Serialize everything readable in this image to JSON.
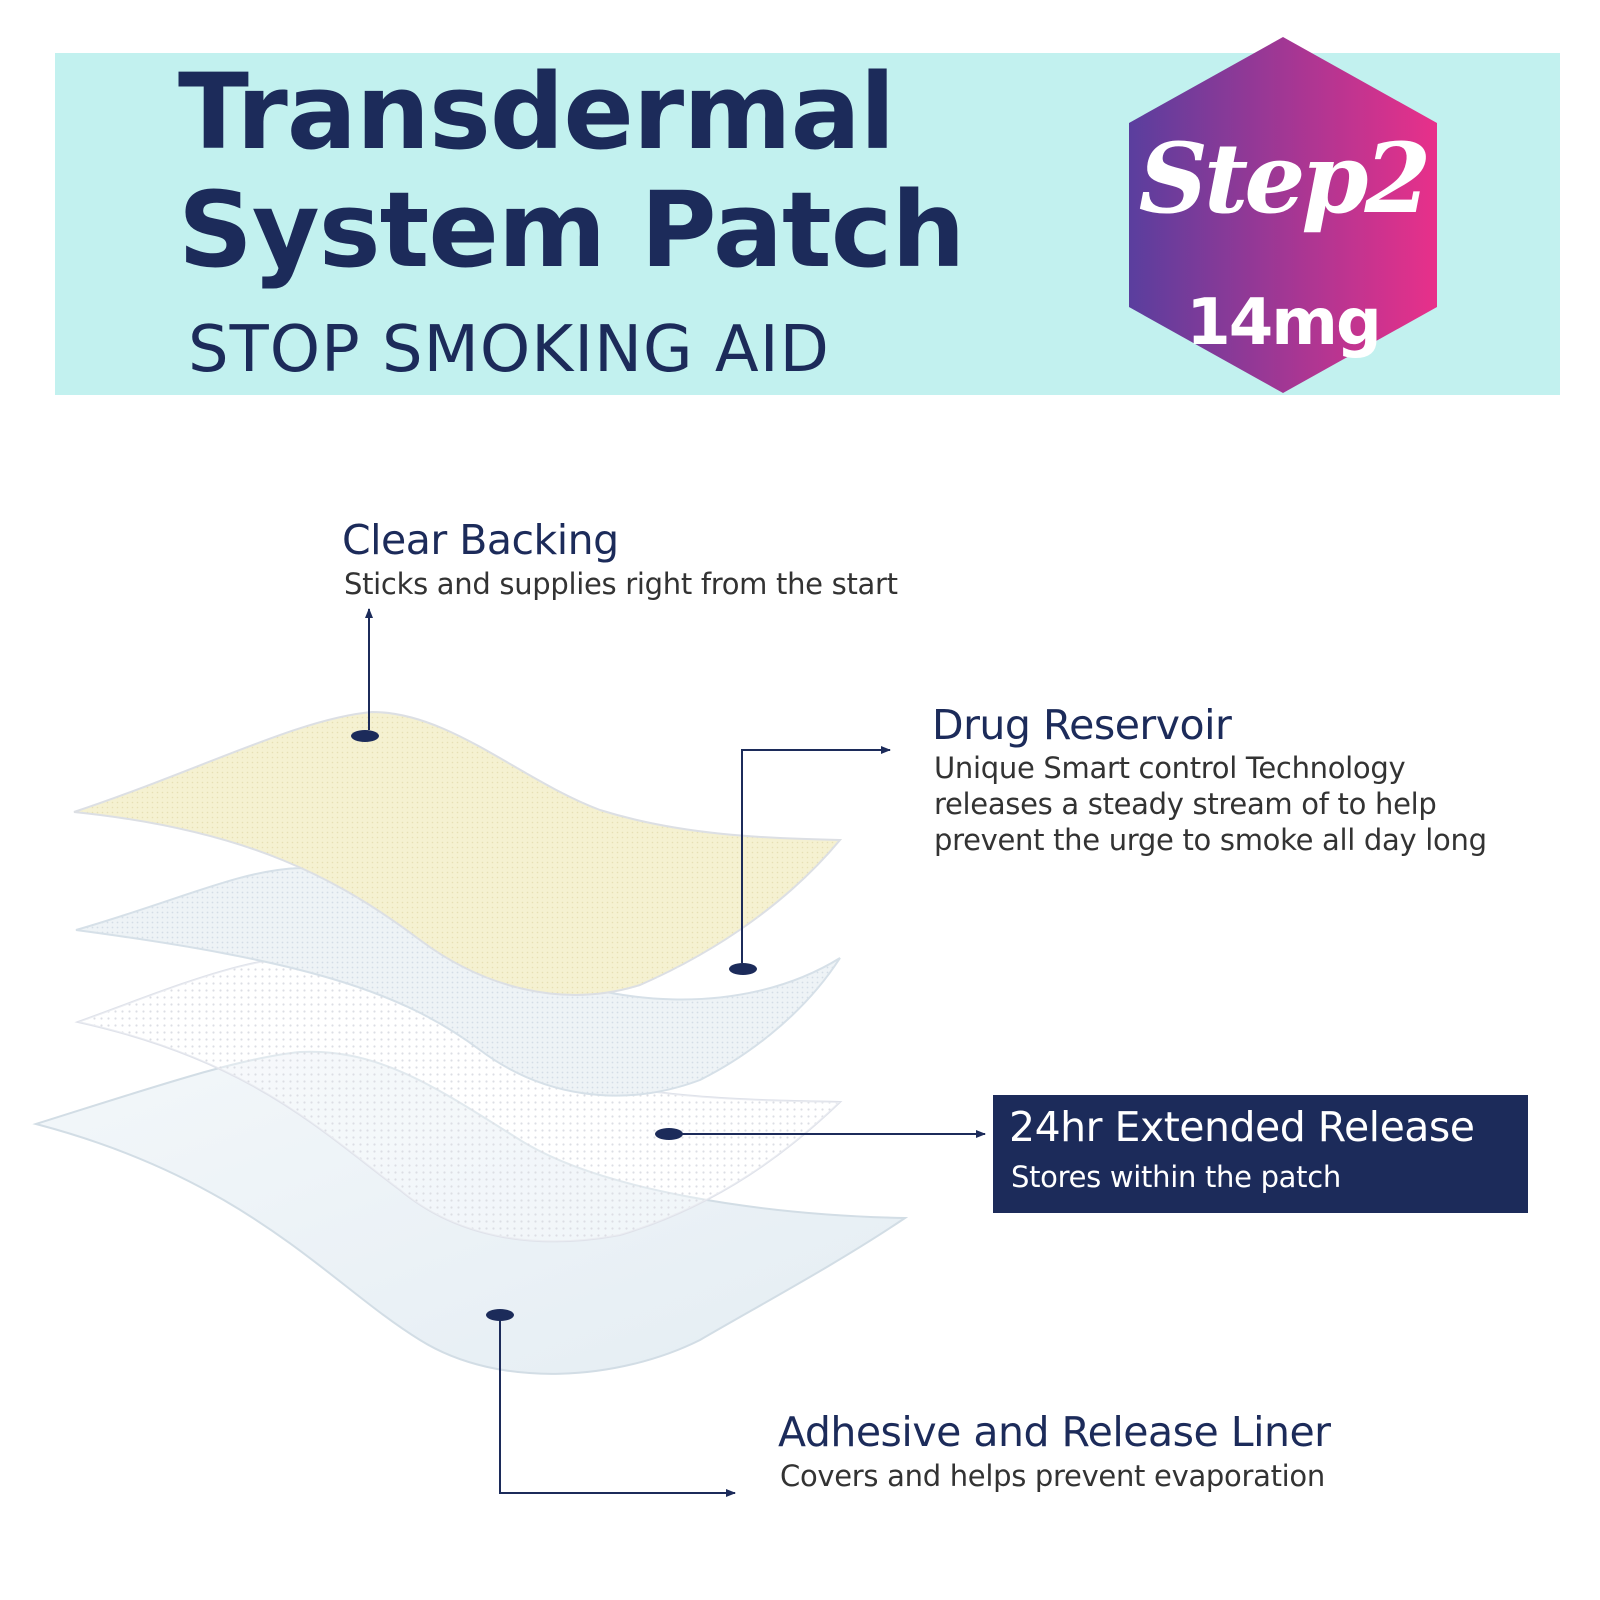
{
  "header": {
    "title_line1": "Transdermal",
    "title_line2": "System Patch",
    "subtitle": "STOP SMOKING AID"
  },
  "badge": {
    "step": "Step2",
    "dose": "14mg",
    "gradient_start": "#5a3e9e",
    "gradient_end": "#e8308a"
  },
  "layers": [
    {
      "title": "Clear Backing",
      "description": [
        "Sticks and supplies right from the start"
      ]
    },
    {
      "title": "Drug Reservoir",
      "description": [
        "Unique Smart control Technology",
        "releases a steady stream of to help",
        "prevent the urge to smoke all day long"
      ]
    },
    {
      "title": "24hr Extended Release",
      "description": [
        "Stores within the patch"
      ]
    },
    {
      "title": "Adhesive and Release Liner",
      "description": [
        "Covers and helps prevent evaporation"
      ]
    }
  ],
  "colors": {
    "navy": "#1c2b5a",
    "banner": "#c2f1ef",
    "backing_layer": "#f4f0cf"
  }
}
